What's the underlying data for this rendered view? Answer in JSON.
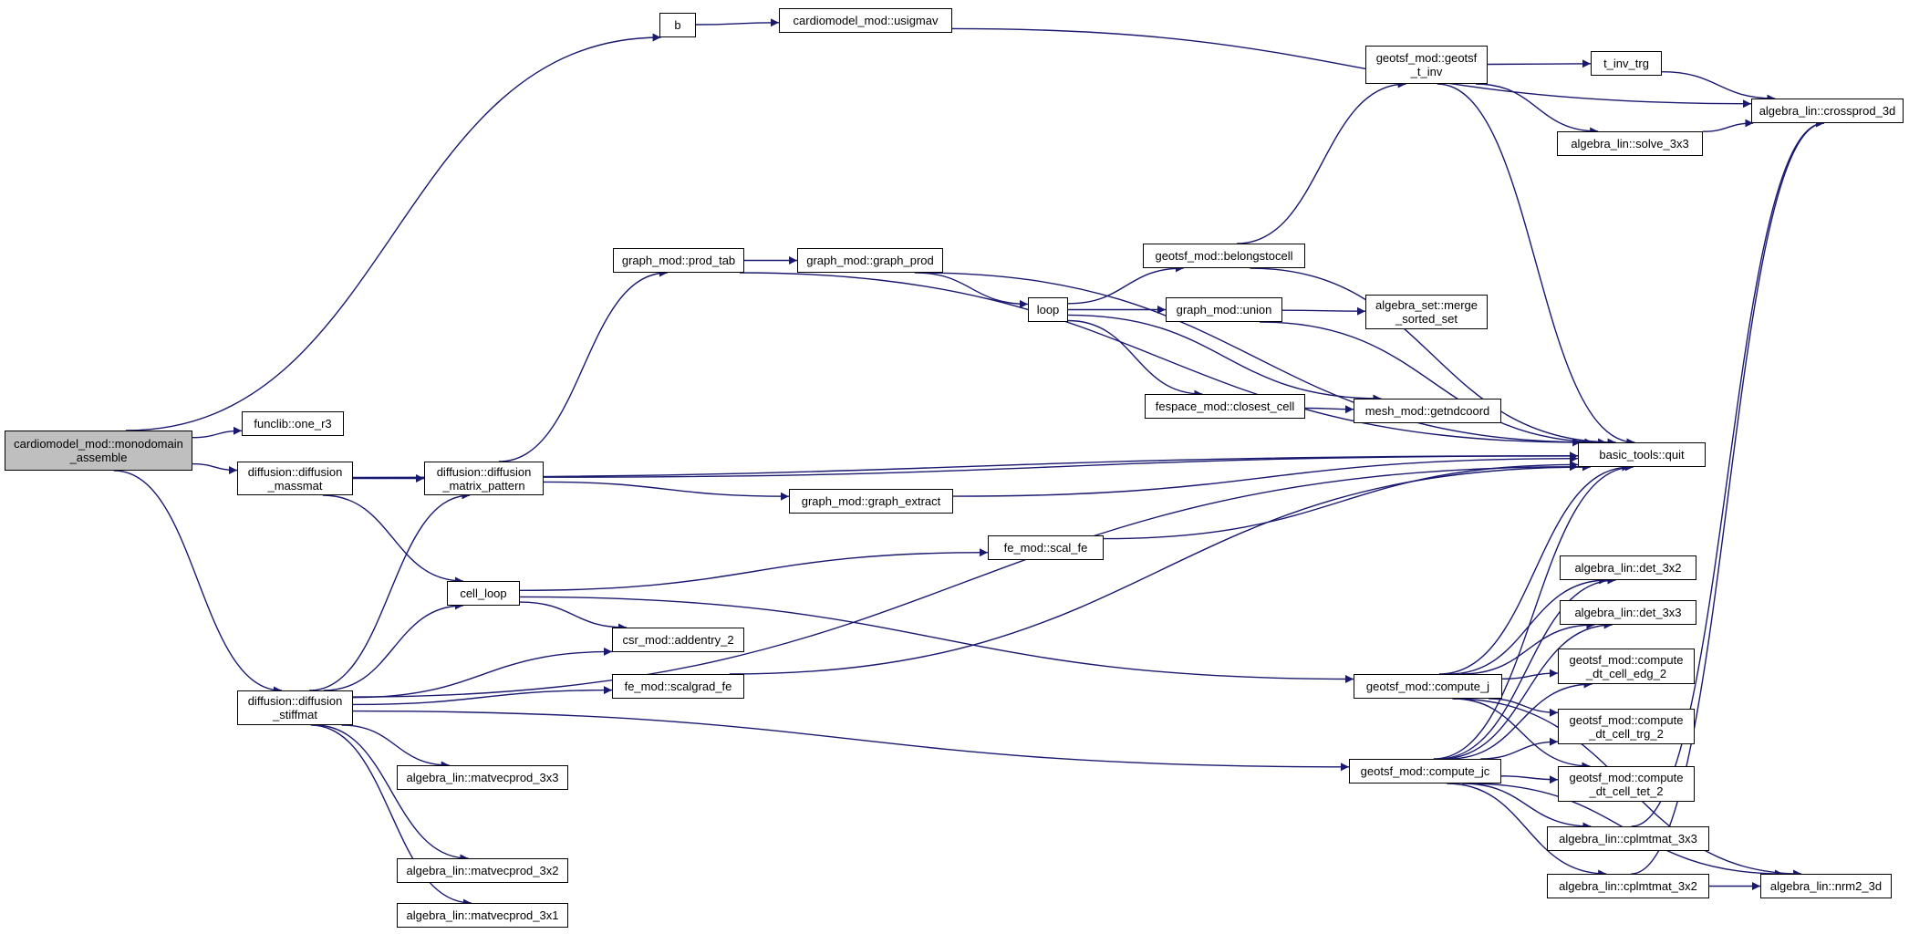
{
  "colors": {
    "edge": "#191970",
    "node_border": "#000000",
    "root_fill": "#bfbfbf",
    "node_fill": "#ffffff"
  },
  "nodes": [
    {
      "id": "root",
      "lines": [
        "cardiomodel_mod::monodomain",
        "_assemble"
      ]
    },
    {
      "id": "b",
      "lines": [
        "b"
      ]
    },
    {
      "id": "usigmav",
      "lines": [
        "cardiomodel_mod::usigmav"
      ]
    },
    {
      "id": "one_r3",
      "lines": [
        "funclib::one_r3"
      ]
    },
    {
      "id": "massmat",
      "lines": [
        "diffusion::diffusion",
        "_massmat"
      ]
    },
    {
      "id": "stiffmat",
      "lines": [
        "diffusion::diffusion",
        "_stiffmat"
      ]
    },
    {
      "id": "matrix_pattern",
      "lines": [
        "diffusion::diffusion",
        "_matrix_pattern"
      ]
    },
    {
      "id": "cell_loop",
      "lines": [
        "cell_loop"
      ]
    },
    {
      "id": "prod_tab",
      "lines": [
        "graph_mod::prod_tab"
      ]
    },
    {
      "id": "graph_prod",
      "lines": [
        "graph_mod::graph_prod"
      ]
    },
    {
      "id": "loop",
      "lines": [
        "loop"
      ]
    },
    {
      "id": "graph_extract",
      "lines": [
        "graph_mod::graph_extract"
      ]
    },
    {
      "id": "csr_addentry",
      "lines": [
        "csr_mod::addentry_2"
      ]
    },
    {
      "id": "matvec33",
      "lines": [
        "algebra_lin::matvecprod_3x3"
      ]
    },
    {
      "id": "matvec32",
      "lines": [
        "algebra_lin::matvecprod_3x2"
      ]
    },
    {
      "id": "matvec31",
      "lines": [
        "algebra_lin::matvecprod_3x1"
      ]
    },
    {
      "id": "scal_fe",
      "lines": [
        "fe_mod::scal_fe"
      ]
    },
    {
      "id": "scalgrad_fe",
      "lines": [
        "fe_mod::scalgrad_fe"
      ]
    },
    {
      "id": "geotsf_inv",
      "lines": [
        "geotsf_mod::geotsf",
        "_t_inv"
      ]
    },
    {
      "id": "belongstocell",
      "lines": [
        "geotsf_mod::belongstocell"
      ]
    },
    {
      "id": "union",
      "lines": [
        "graph_mod::union"
      ]
    },
    {
      "id": "closest_cell",
      "lines": [
        "fespace_mod::closest_cell"
      ]
    },
    {
      "id": "compute_j",
      "lines": [
        "geotsf_mod::compute_j"
      ]
    },
    {
      "id": "compute_jc",
      "lines": [
        "geotsf_mod::compute_jc"
      ]
    },
    {
      "id": "t_inv_trg",
      "lines": [
        "t_inv_trg"
      ]
    },
    {
      "id": "solve_3x3",
      "lines": [
        "algebra_lin::solve_3x3"
      ]
    },
    {
      "id": "merge_sorted",
      "lines": [
        "algebra_set::merge",
        "_sorted_set"
      ]
    },
    {
      "id": "getndcoord",
      "lines": [
        "mesh_mod::getndcoord"
      ]
    },
    {
      "id": "quit",
      "lines": [
        "basic_tools::quit"
      ]
    },
    {
      "id": "crossprod",
      "lines": [
        "algebra_lin::crossprod_3d"
      ]
    },
    {
      "id": "det_3x2",
      "lines": [
        "algebra_lin::det_3x2"
      ]
    },
    {
      "id": "det_3x3",
      "lines": [
        "algebra_lin::det_3x3"
      ]
    },
    {
      "id": "edg_2",
      "lines": [
        "geotsf_mod::compute",
        "_dt_cell_edg_2"
      ]
    },
    {
      "id": "trg_2",
      "lines": [
        "geotsf_mod::compute",
        "_dt_cell_trg_2"
      ]
    },
    {
      "id": "tet_2",
      "lines": [
        "geotsf_mod::compute",
        "_dt_cell_tet_2"
      ]
    },
    {
      "id": "cplm33",
      "lines": [
        "algebra_lin::cplmtmat_3x3"
      ]
    },
    {
      "id": "cplm32",
      "lines": [
        "algebra_lin::cplmtmat_3x2"
      ]
    },
    {
      "id": "nrm2",
      "lines": [
        "algebra_lin::nrm2_3d"
      ]
    }
  ],
  "edges": [
    [
      "root",
      "b"
    ],
    [
      "root",
      "one_r3"
    ],
    [
      "root",
      "massmat"
    ],
    [
      "root",
      "stiffmat"
    ],
    [
      "b",
      "usigmav"
    ],
    [
      "usigmav",
      "crossprod"
    ],
    [
      "massmat",
      "quit"
    ],
    [
      "massmat",
      "matrix_pattern"
    ],
    [
      "massmat",
      "cell_loop"
    ],
    [
      "matrix_pattern",
      "prod_tab"
    ],
    [
      "matrix_pattern",
      "quit"
    ],
    [
      "matrix_pattern",
      "graph_extract"
    ],
    [
      "prod_tab",
      "graph_prod"
    ],
    [
      "prod_tab",
      "quit"
    ],
    [
      "graph_prod",
      "loop"
    ],
    [
      "graph_prod",
      "quit"
    ],
    [
      "loop",
      "belongstocell"
    ],
    [
      "loop",
      "union"
    ],
    [
      "loop",
      "closest_cell"
    ],
    [
      "loop",
      "getndcoord"
    ],
    [
      "belongstocell",
      "geotsf_inv"
    ],
    [
      "belongstocell",
      "quit"
    ],
    [
      "geotsf_inv",
      "t_inv_trg"
    ],
    [
      "geotsf_inv",
      "solve_3x3"
    ],
    [
      "geotsf_inv",
      "quit"
    ],
    [
      "t_inv_trg",
      "crossprod"
    ],
    [
      "solve_3x3",
      "crossprod"
    ],
    [
      "union",
      "merge_sorted"
    ],
    [
      "union",
      "quit"
    ],
    [
      "closest_cell",
      "getndcoord"
    ],
    [
      "graph_extract",
      "quit"
    ],
    [
      "cell_loop",
      "scal_fe"
    ],
    [
      "cell_loop",
      "csr_addentry"
    ],
    [
      "cell_loop",
      "compute_j"
    ],
    [
      "scal_fe",
      "quit"
    ],
    [
      "stiffmat",
      "matrix_pattern"
    ],
    [
      "stiffmat",
      "cell_loop"
    ],
    [
      "stiffmat",
      "csr_addentry"
    ],
    [
      "stiffmat",
      "scalgrad_fe"
    ],
    [
      "stiffmat",
      "quit"
    ],
    [
      "stiffmat",
      "matvec33"
    ],
    [
      "stiffmat",
      "compute_jc"
    ],
    [
      "stiffmat",
      "matvec32"
    ],
    [
      "stiffmat",
      "matvec31"
    ],
    [
      "scalgrad_fe",
      "quit"
    ],
    [
      "compute_j",
      "quit"
    ],
    [
      "compute_j",
      "det_3x2"
    ],
    [
      "compute_j",
      "det_3x3"
    ],
    [
      "compute_j",
      "edg_2"
    ],
    [
      "compute_j",
      "trg_2"
    ],
    [
      "compute_j",
      "tet_2"
    ],
    [
      "compute_j",
      "nrm2"
    ],
    [
      "compute_jc",
      "quit"
    ],
    [
      "compute_jc",
      "det_3x2"
    ],
    [
      "compute_jc",
      "det_3x3"
    ],
    [
      "compute_jc",
      "edg_2"
    ],
    [
      "compute_jc",
      "trg_2"
    ],
    [
      "compute_jc",
      "tet_2"
    ],
    [
      "compute_jc",
      "cplm33"
    ],
    [
      "compute_jc",
      "cplm32"
    ],
    [
      "compute_jc",
      "nrm2"
    ],
    [
      "cplm33",
      "crossprod"
    ],
    [
      "cplm32",
      "crossprod"
    ],
    [
      "cplm32",
      "nrm2"
    ]
  ]
}
